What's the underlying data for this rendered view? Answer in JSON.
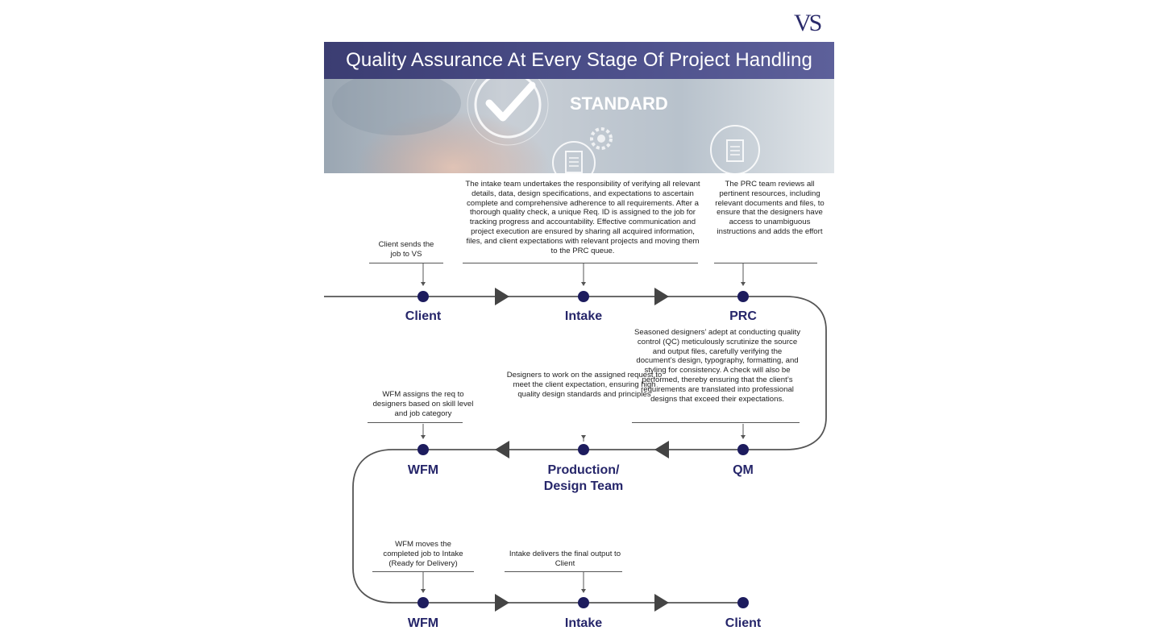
{
  "title": "Quality Assurance At Every Stage Of Project Handling",
  "logo_text": "VS",
  "banner": {
    "badge": "STANDARD"
  },
  "colors": {
    "title_bar": "#3b3d72",
    "node": "#1d1c5e",
    "label": "#26266a",
    "arrow": "#444444"
  },
  "row1": {
    "nodes": [
      "Client",
      "Intake",
      "PRC"
    ],
    "descriptions": [
      "Client sends the job to VS",
      "The intake team undertakes the responsibility of verifying all relevant details, data, design specifications, and expectations to ascertain complete and comprehensive adherence to all requirements. After a thorough quality check, a unique Req. ID is assigned to the job for tracking progress and accountability. Effective communication and project execution are ensured by sharing all acquired information, files, and client expectations with relevant projects and moving them to the PRC queue.",
      "The PRC team reviews all pertinent resources, including relevant documents and files, to ensure that the designers have access to unambiguous instructions and adds the effort"
    ]
  },
  "row2": {
    "nodes": [
      "WFM",
      "Production/ Design Team",
      "QM"
    ],
    "descriptions": [
      "WFM assigns the req to designers based on skill level and job category",
      "Designers to work on the assigned request to meet the client expectation, ensuring high quality design standards and principles",
      "Seasoned designers’ adept at conducting quality control (QC) meticulously scrutinize the source and output files, carefully verifying the document’s design, typography, formatting, and styling for consistency. A check will also be performed, thereby ensuring that the client’s requirements are translated into professional designs that exceed their expectations."
    ]
  },
  "row3": {
    "nodes": [
      "WFM",
      "Intake",
      "Client"
    ],
    "descriptions": [
      "WFM moves the completed job to Intake (Ready for Delivery)",
      "Intake delivers the final output to Client"
    ]
  }
}
